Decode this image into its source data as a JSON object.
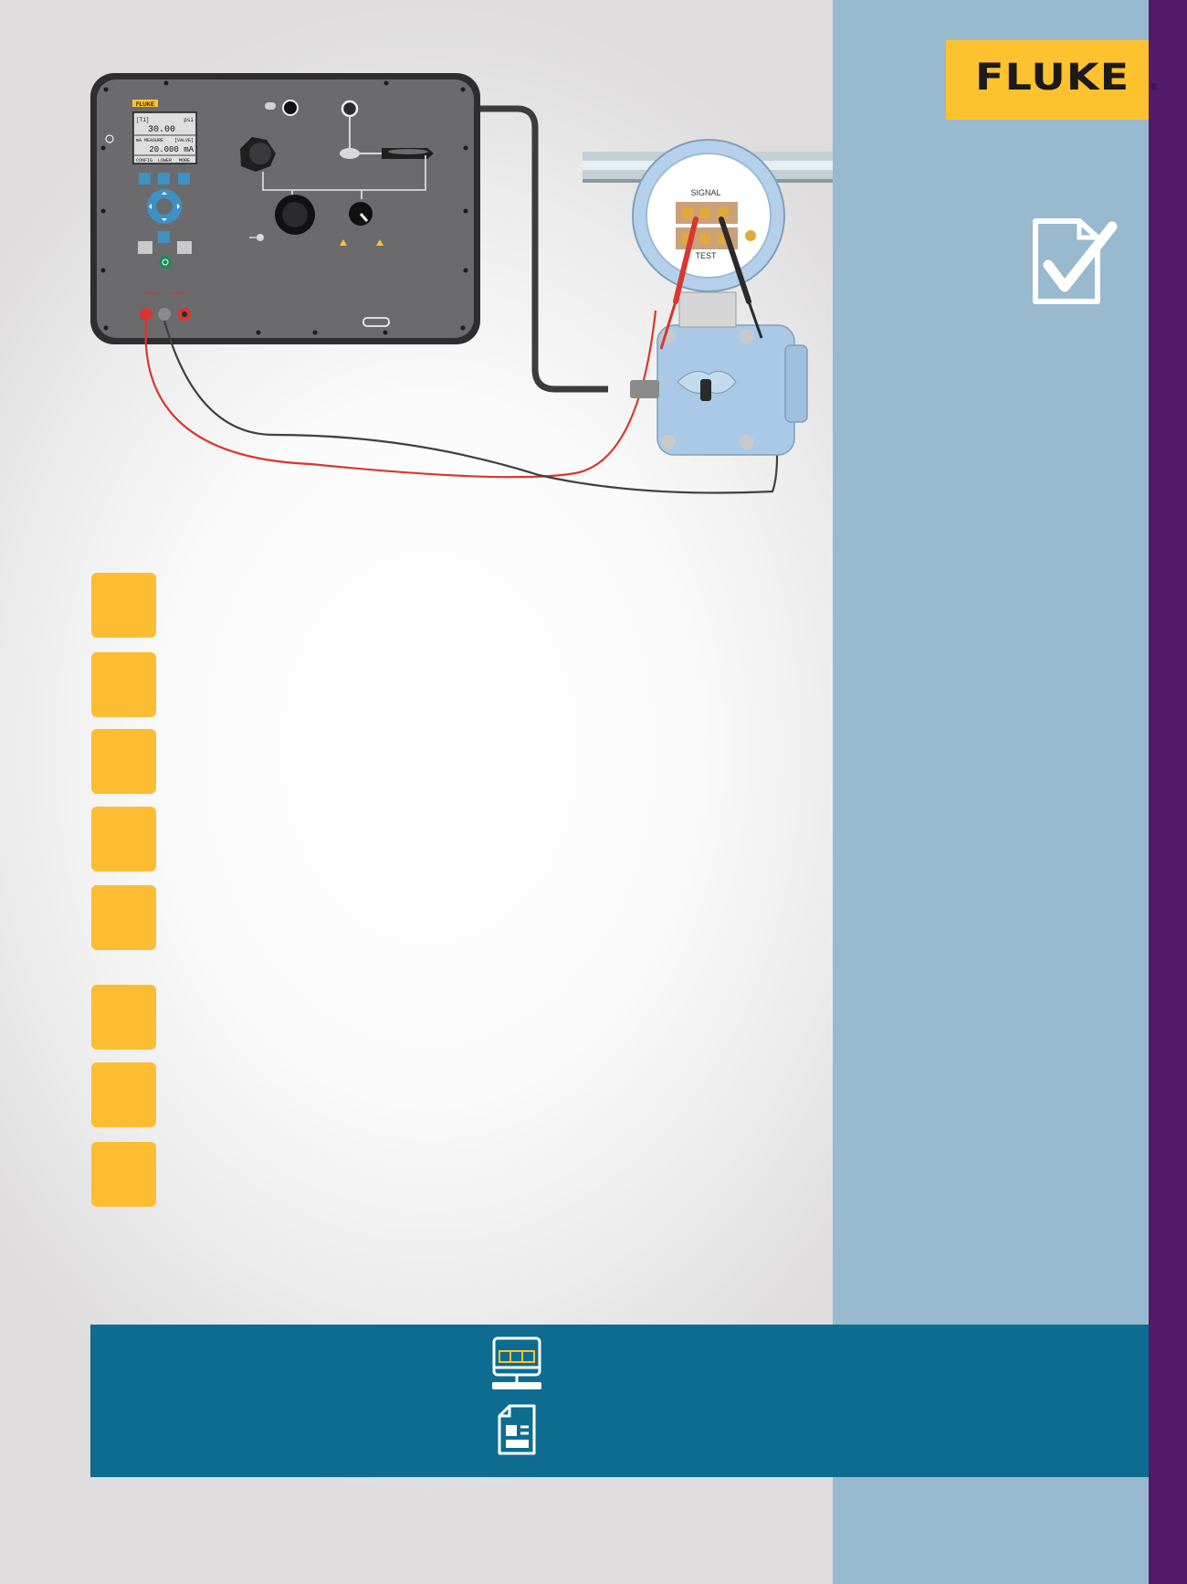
{
  "brand": {
    "name": "FLUKE",
    "registered_mark": "®",
    "accent_color": "#fec22f",
    "panel_color": "#99b9ce",
    "purple_color": "#531b6a",
    "banner_color": "#0d6c90"
  },
  "diagram": {
    "calibrator_display": {
      "line1_left": "[T1]",
      "line1_right": "psi",
      "line2_value": "30.00",
      "line3_left": "mA MEASURE",
      "line3_right": "[VALVE]",
      "line4_value": "20.000 mA",
      "softkeys": [
        "CONFIG",
        "LOWER",
        "MORE"
      ]
    },
    "calibrator_logo": "FLUKE",
    "transmitter_labels": {
      "top": "SIGNAL",
      "bottom": "TEST"
    }
  },
  "steps": [
    {
      "icon": "step-marker"
    },
    {
      "icon": "step-marker"
    },
    {
      "icon": "step-marker"
    },
    {
      "icon": "step-marker"
    },
    {
      "icon": "step-marker"
    },
    {
      "icon": "step-marker"
    },
    {
      "icon": "step-marker"
    },
    {
      "icon": "step-marker"
    }
  ],
  "sidebar": {
    "icon": "checklist-icon"
  },
  "banner": {
    "icons": [
      "video-monitor-icon",
      "document-icon"
    ]
  }
}
